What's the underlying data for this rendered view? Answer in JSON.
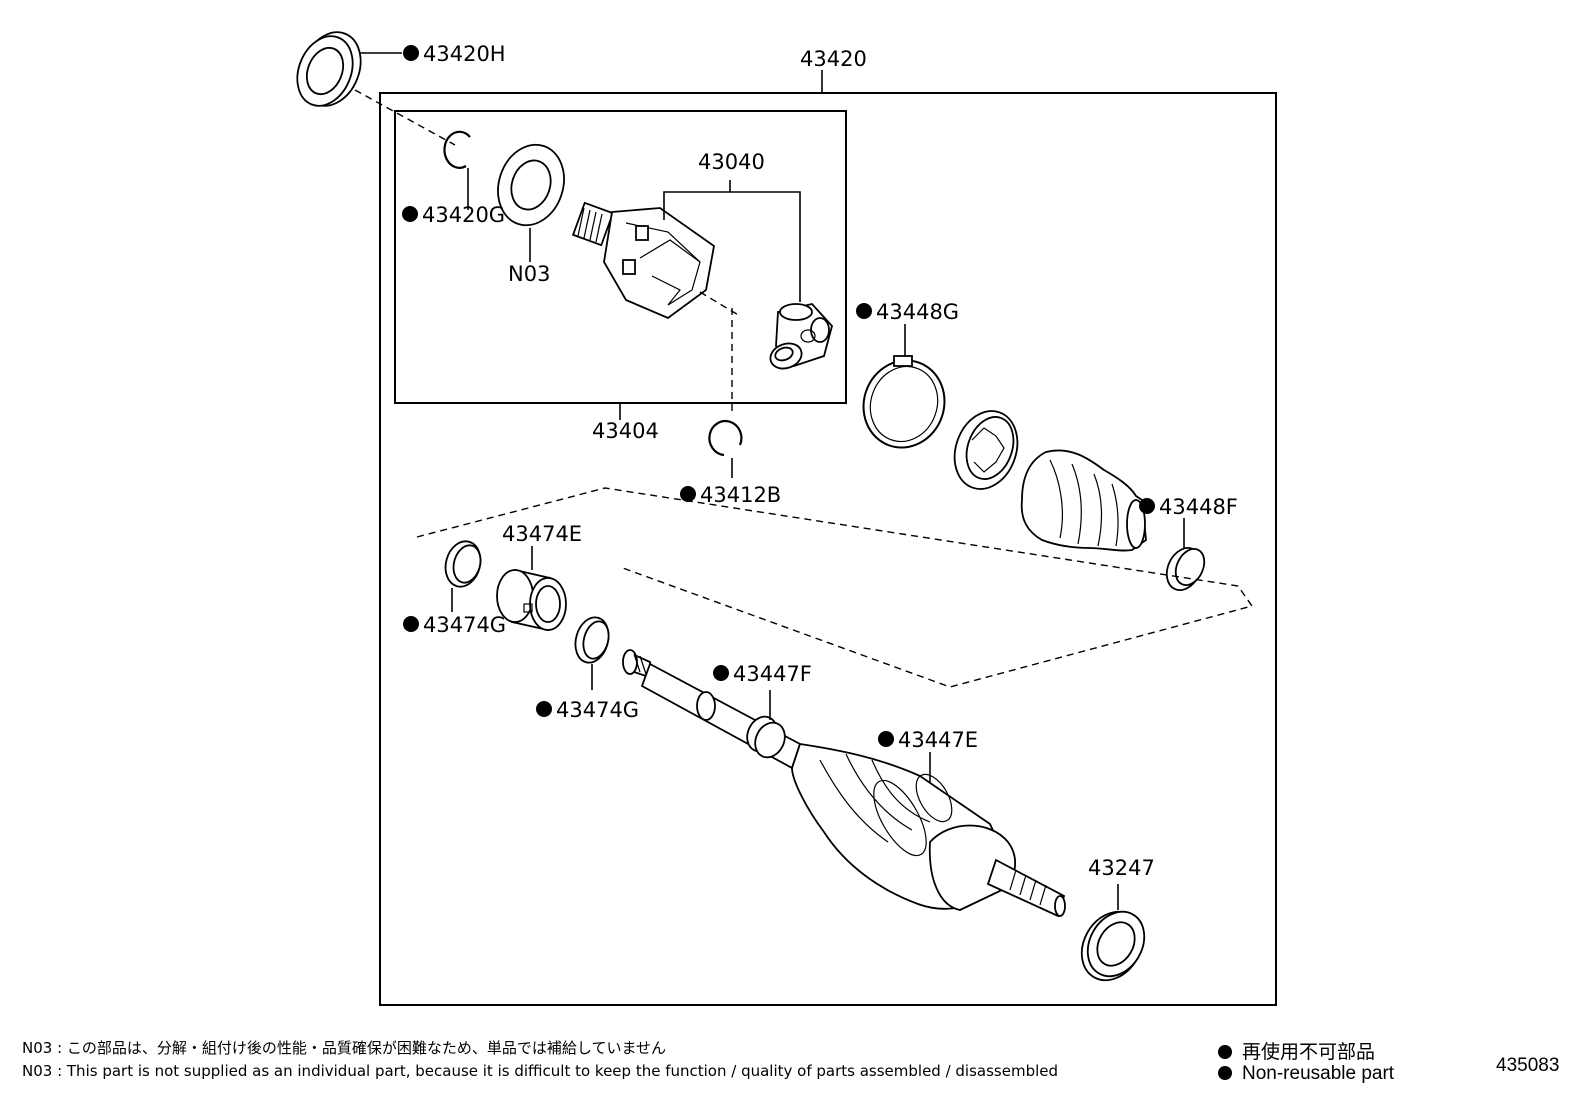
{
  "callouts": [
    {
      "id": "43420H",
      "text": "43420H",
      "non_reusable": true
    },
    {
      "id": "43420",
      "text": "43420",
      "non_reusable": false
    },
    {
      "id": "43040",
      "text": "43040",
      "non_reusable": false
    },
    {
      "id": "43420G",
      "text": "43420G",
      "non_reusable": true
    },
    {
      "id": "N03",
      "text": "N03",
      "non_reusable": false
    },
    {
      "id": "43448G",
      "text": "43448G",
      "non_reusable": true
    },
    {
      "id": "43404",
      "text": "43404",
      "non_reusable": false
    },
    {
      "id": "43412B",
      "text": "43412B",
      "non_reusable": true
    },
    {
      "id": "43448F",
      "text": "43448F",
      "non_reusable": true
    },
    {
      "id": "43474E",
      "text": "43474E",
      "non_reusable": false
    },
    {
      "id": "43474G-1",
      "text": "43474G",
      "non_reusable": true
    },
    {
      "id": "43447F",
      "text": "43447F",
      "non_reusable": true
    },
    {
      "id": "43474G-2",
      "text": "43474G",
      "non_reusable": true
    },
    {
      "id": "43447E",
      "text": "43447E",
      "non_reusable": true
    },
    {
      "id": "43247",
      "text": "43247",
      "non_reusable": false
    }
  ],
  "notes": {
    "jp": "N03 : この部品は、分解・組付け後の性能・品質確保が困難なため、単品では補給していません",
    "en": "N03 : This part is not supplied as an individual part, because it is difficult to keep the function / quality of parts  assembled / disassembled"
  },
  "legend": {
    "jp": "再使用不可部品",
    "en": "Non-reusable part"
  },
  "figure_number": "435083"
}
